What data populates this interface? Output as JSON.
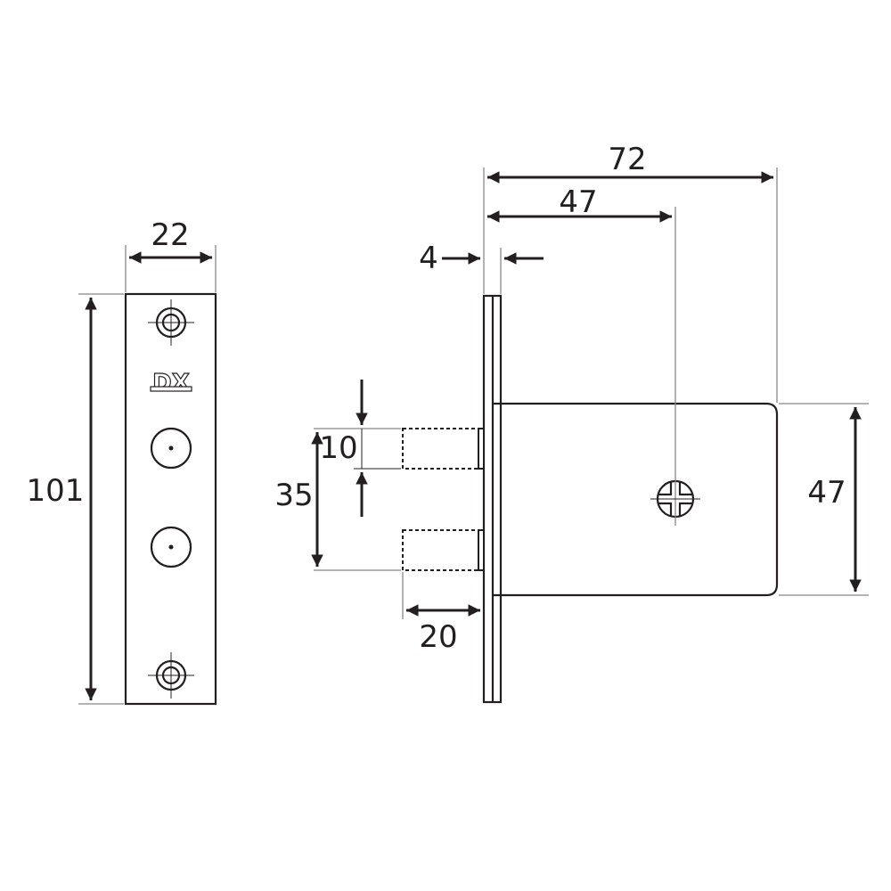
{
  "drawing": {
    "logo_text": "DX",
    "line_color": "#231f20",
    "extension_line_color": "#888888",
    "dimensions": {
      "strike_width": "22",
      "strike_height": "101",
      "overall_depth": "72",
      "backset": "47",
      "faceplate_thickness": "4",
      "bolt_height": "10",
      "bolt_spacing": "35",
      "bolt_throw": "20",
      "body_height": "47"
    }
  }
}
